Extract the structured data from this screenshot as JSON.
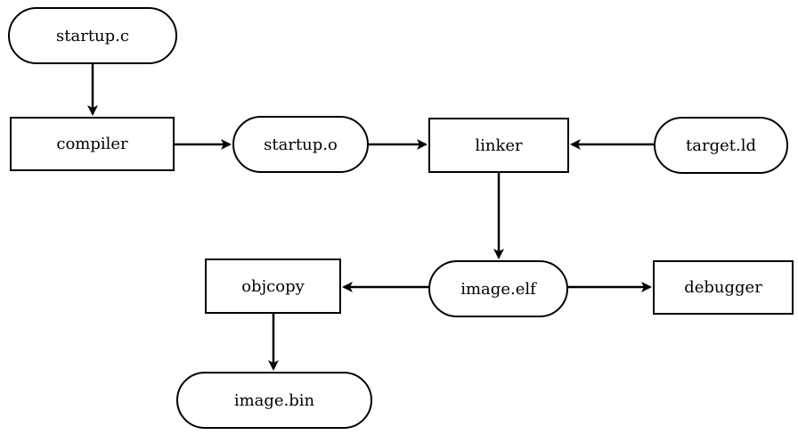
{
  "diagram": {
    "nodes": {
      "startup_c": "startup.c",
      "compiler": "compiler",
      "startup_o": "startup.o",
      "linker": "linker",
      "target_ld": "target.ld",
      "image_elf": "image.elf",
      "objcopy": "objcopy",
      "debugger": "debugger",
      "image_bin": "image.bin"
    },
    "edges": [
      {
        "from": "startup.c",
        "to": "compiler"
      },
      {
        "from": "compiler",
        "to": "startup.o"
      },
      {
        "from": "startup.o",
        "to": "linker"
      },
      {
        "from": "target.ld",
        "to": "linker"
      },
      {
        "from": "linker",
        "to": "image.elf"
      },
      {
        "from": "image.elf",
        "to": "objcopy"
      },
      {
        "from": "image.elf",
        "to": "debugger"
      },
      {
        "from": "objcopy",
        "to": "image.bin"
      }
    ]
  }
}
